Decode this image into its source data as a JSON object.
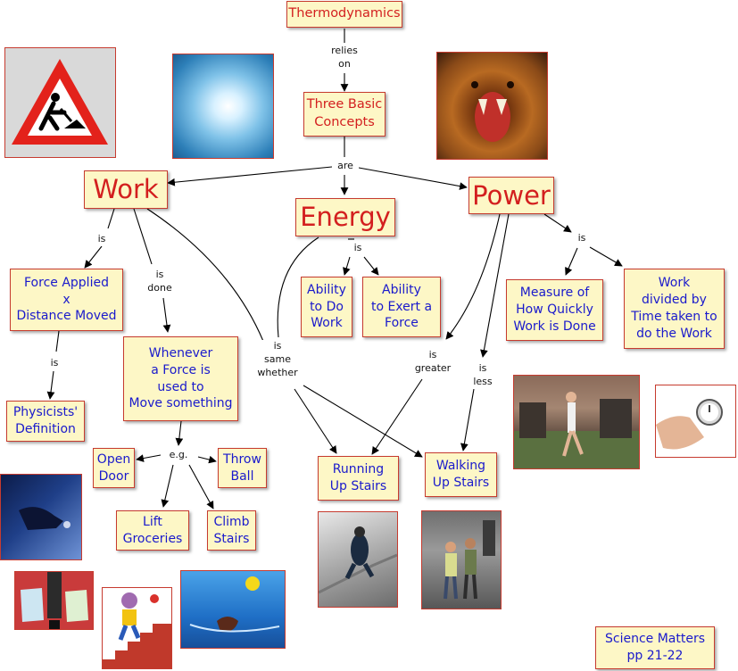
{
  "nodes": {
    "thermodynamics": "Thermodynamics",
    "three_basic_concepts": "Three Basic\nConcepts",
    "work": "Work",
    "energy": "Energy",
    "power": "Power",
    "force_applied": "Force Applied\nx\nDistance Moved",
    "physicists_definition": "Physicists'\nDefinition",
    "whenever_force": "Whenever\na Force is\nused to\nMove something",
    "open_door": "Open\nDoor",
    "throw_ball": "Throw\nBall",
    "lift_groceries": "Lift\nGroceries",
    "climb_stairs": "Climb\nStairs",
    "ability_to_do_work": "Ability\nto Do\nWork",
    "ability_to_exert_force": "Ability\nto Exert a\nForce",
    "measure_quickly": "Measure of\nHow Quickly\nWork is Done",
    "work_divided": "Work\ndivided by\nTime taken to\ndo the Work",
    "running_up_stairs": "Running\nUp Stairs",
    "walking_up_stairs": "Walking\nUp Stairs",
    "science_matters": "Science Matters\npp 21-22"
  },
  "links": {
    "relies_on": "relies\non",
    "are": "are",
    "is_work": "is",
    "is_done": "is\ndone",
    "is_force": "is",
    "eg": "e.g.",
    "is_energy": "is",
    "is_same_whether": "is\nsame\nwhether",
    "is_greater": "is\ngreater",
    "is_less": "is\nless",
    "is_power": "is"
  },
  "images": {
    "top_left": "road-works-sign",
    "top_mid": "light-burst",
    "top_right": "roaring-lion",
    "mid_right_1": "running-race",
    "mid_right_2": "stopwatch-in-hand",
    "left_door": "hand-opening-door",
    "groceries": "carrying-grocery-bags",
    "climber": "cartoon-climbing-stairs",
    "pool": "swimmer-throwing-ball",
    "running_stairs_photo": "running-up-stairs",
    "walking_stairs_photo": "walking-up-stairs"
  },
  "colors": {
    "node_fill": "#fdf7c6",
    "node_border": "#c63b2f",
    "red_text": "#d31f1f",
    "blue_text": "#1a1acc"
  }
}
